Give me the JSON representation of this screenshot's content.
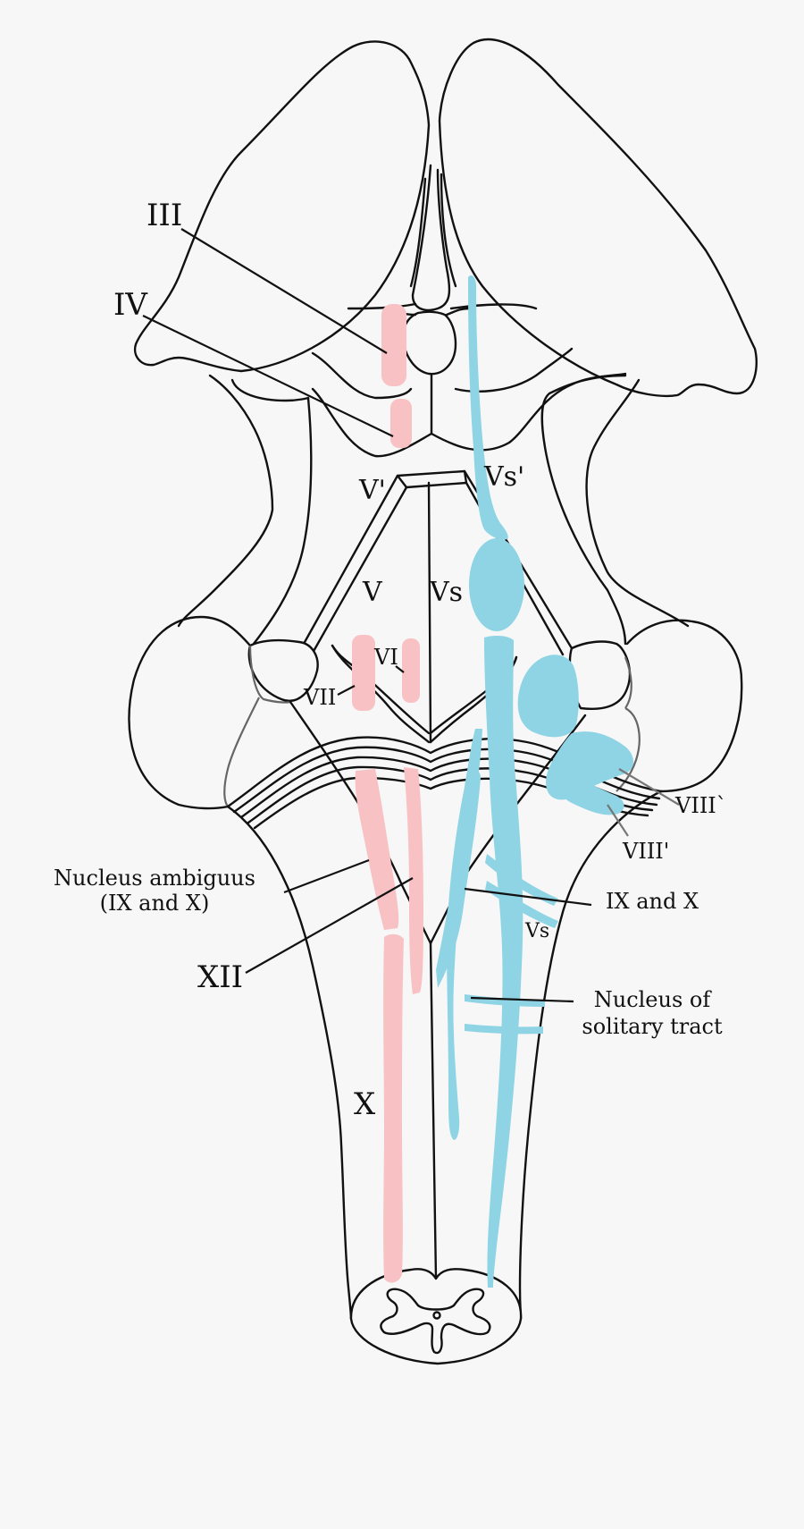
{
  "colors": {
    "motor_nuclei": "#f8c2c4",
    "sensory_nuclei": "#8ed4e4",
    "outline": "#111111",
    "background": "#f7f7f7"
  },
  "labels": {
    "III": "III",
    "IV": "IV",
    "V_prime": "V'",
    "Vs_prime": "Vs'",
    "V": "V",
    "Vs_upper": "Vs",
    "VI": "VI",
    "VII": "VII",
    "VIII_upper": "VIII`",
    "VIII_lower": "VIII'",
    "nucleus_ambiguus_line1": "Nucleus ambiguus",
    "nucleus_ambiguus_line2": "(IX and X)",
    "IX_and_X": "IX and X",
    "Vs_lower": "Vs",
    "XII": "XII",
    "nucleus_solitary_line1": "Nucleus of",
    "nucleus_solitary_line2": "solitary tract",
    "X": "X"
  }
}
